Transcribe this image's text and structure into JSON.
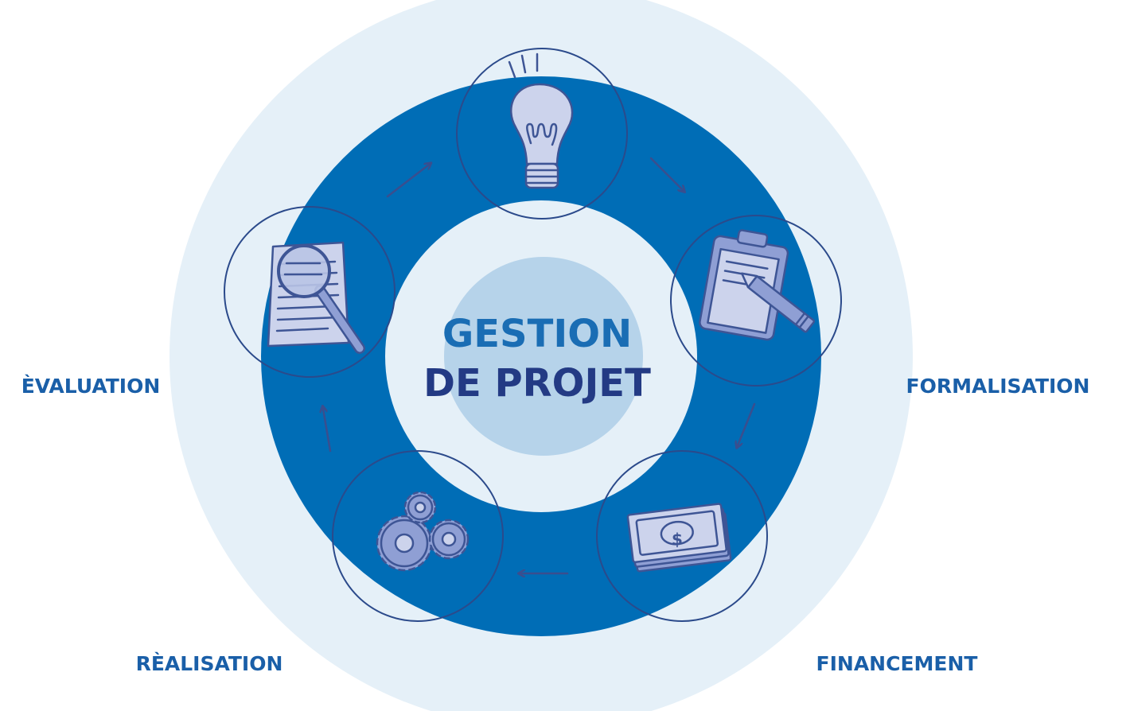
{
  "center": {
    "line1": "GESTION",
    "line2": "DE PROJET"
  },
  "stages": {
    "idea": {
      "icon": "lightbulb-icon"
    },
    "formalisation": {
      "label": "FORMALISATION",
      "icon": "clipboard-pencil-icon"
    },
    "financement": {
      "label": "FINANCEMENT",
      "icon": "money-bills-icon"
    },
    "realisation": {
      "label": "RÈALISATION",
      "icon": "gears-icon"
    },
    "evaluation": {
      "label": "ÈVALUATION",
      "icon": "magnifying-document-icon"
    }
  },
  "colors": {
    "outer_disc": "#e5f0f8",
    "ring": "#006db6",
    "inner_disc": "#e5f0f8",
    "core": "#b6d3ea",
    "title_top": "#1a6db4",
    "title_bottom": "#233a84",
    "labels": "#1a5fa8",
    "outlines": "#2b4a8b",
    "icon_fill": "#ccd3ec",
    "icon_stroke": "#3e5595"
  }
}
